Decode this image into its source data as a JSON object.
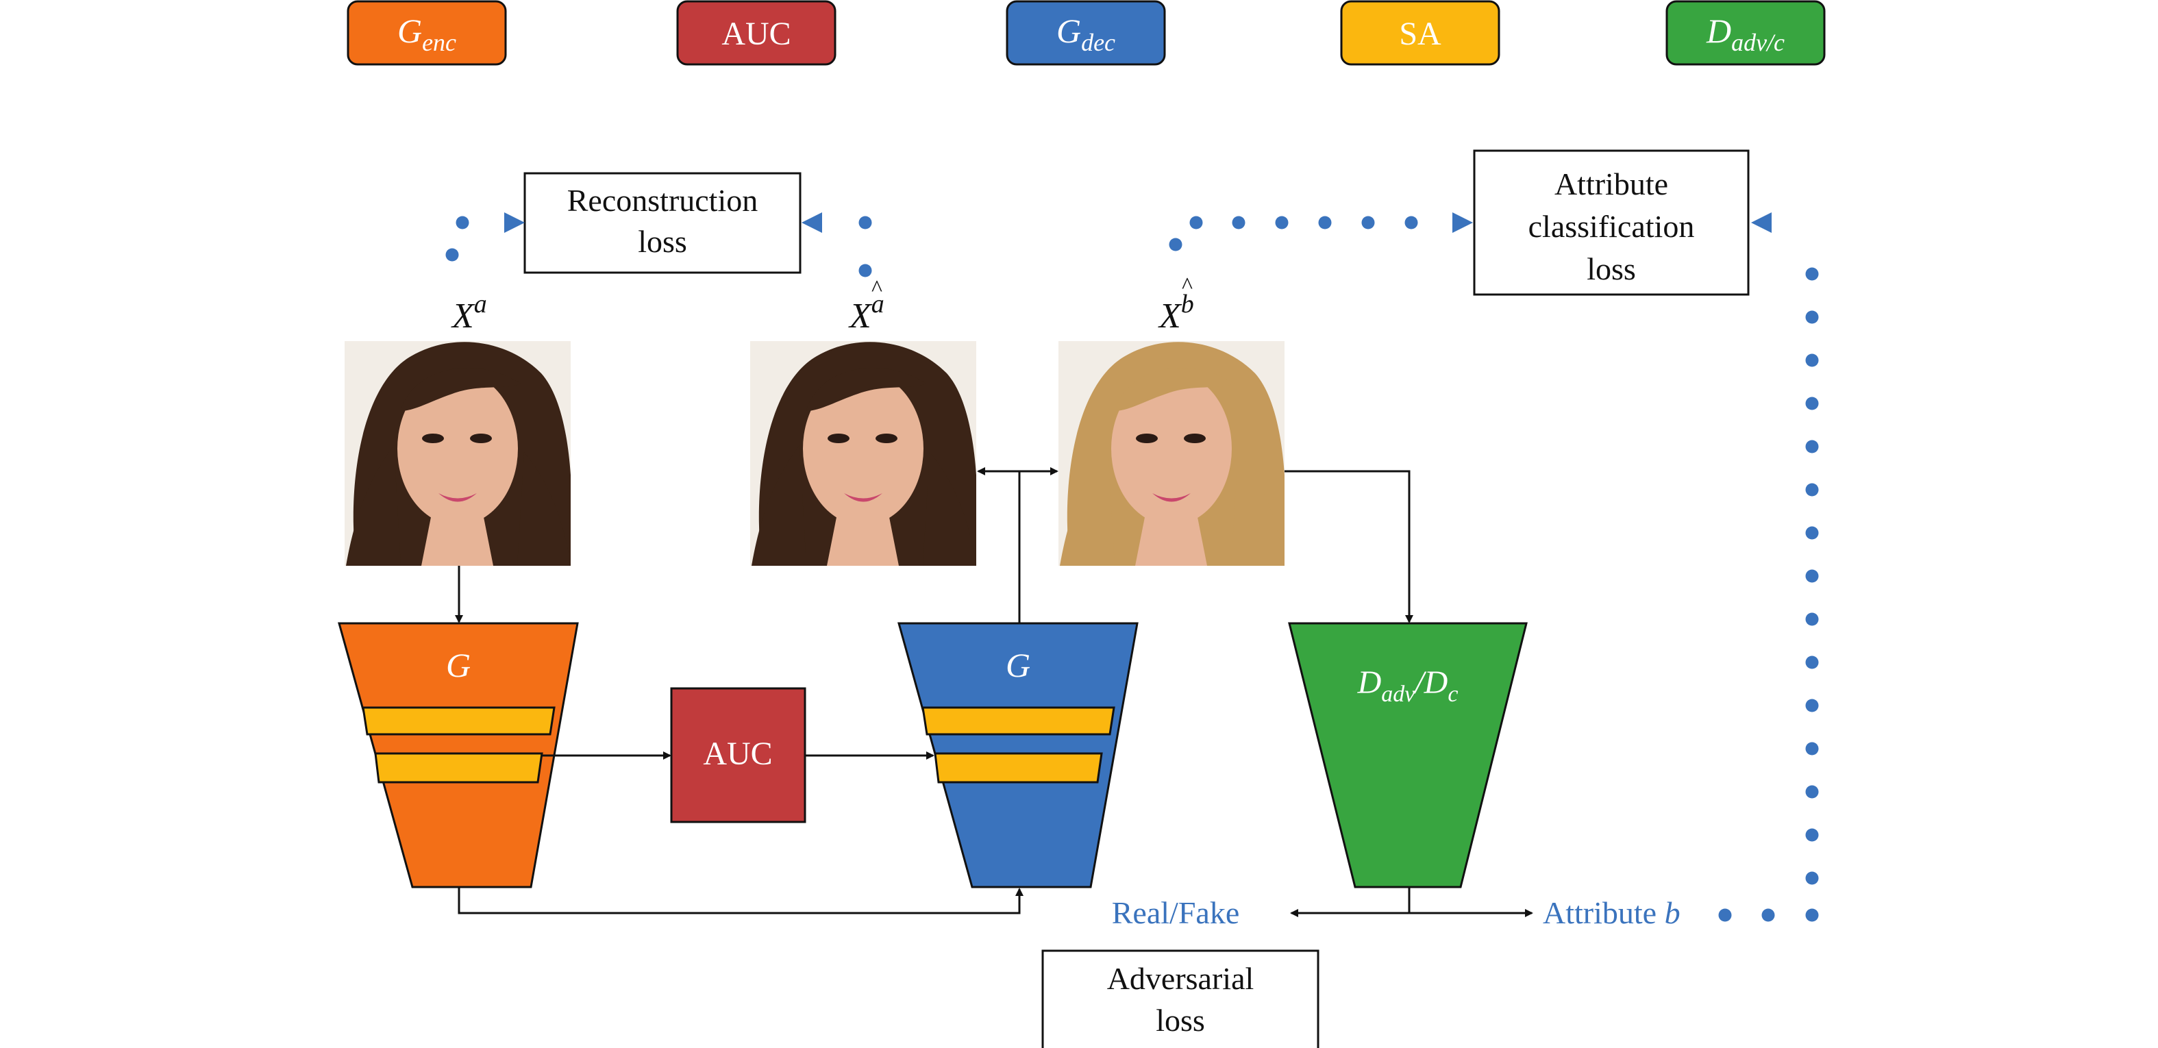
{
  "legend": [
    {
      "base": "G",
      "sub": "enc",
      "color": "#f36f17",
      "text_color": "#ffffff"
    },
    {
      "base": "AUC",
      "sub": "",
      "color": "#c13b3c",
      "text_color": "#ffffff"
    },
    {
      "base": "G",
      "sub": "dec",
      "color": "#3a73bd",
      "text_color": "#ffffff"
    },
    {
      "base": "SA",
      "sub": "",
      "color": "#fbb70f",
      "text_color": "#ffffff"
    },
    {
      "base": "D",
      "sub": "adv/c",
      "color": "#38a540",
      "text_color": "#ffffff"
    }
  ],
  "loss_boxes": {
    "reconstruction": [
      "Reconstruction",
      "loss"
    ],
    "attribute": [
      "Attribute",
      "classification",
      "loss"
    ],
    "adversarial": [
      "Adversarial",
      "loss"
    ]
  },
  "image_labels": {
    "xa": {
      "base": "X",
      "sup": "a"
    },
    "xa_hat": {
      "base": "X",
      "sup": "a",
      "hat": "^"
    },
    "xb_hat": {
      "base": "X",
      "sup": "b",
      "hat": "^"
    }
  },
  "blocks": {
    "encoder_label": "G",
    "auc_label": "AUC",
    "decoder_label": "G",
    "discriminator": {
      "d1": "D",
      "s1": "adv",
      "sep": "/",
      "d2": "D",
      "s2": "c"
    }
  },
  "outputs": {
    "real_fake": "Real/Fake",
    "attribute_prefix": "Attribute ",
    "attribute_var": "b"
  },
  "colors": {
    "encoder": "#f36f17",
    "decoder": "#3a73bd",
    "sa": "#fbb70f",
    "auc": "#c13b3c",
    "discriminator": "#38a540",
    "dotted": "#3a73bd",
    "line": "#111111",
    "hair_dark": "#3b2417",
    "hair_blonde": "#c59a5b",
    "skin": "#e7b497",
    "face_bg": "#f2ede6"
  }
}
